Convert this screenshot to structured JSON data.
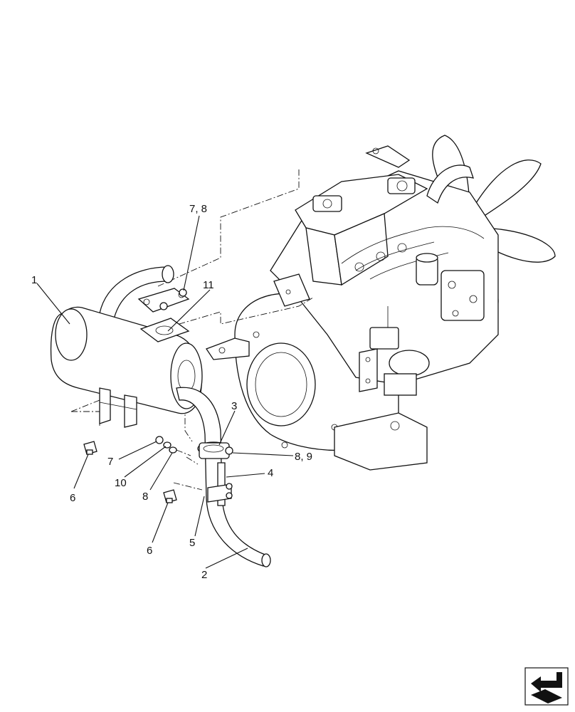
{
  "callouts": [
    {
      "id": "c1",
      "label": "1"
    },
    {
      "id": "c2",
      "label": "2"
    },
    {
      "id": "c3",
      "label": "3"
    },
    {
      "id": "c4",
      "label": "4"
    },
    {
      "id": "c5",
      "label": "5"
    },
    {
      "id": "c6a",
      "label": "6"
    },
    {
      "id": "c6b",
      "label": "6"
    },
    {
      "id": "c7",
      "label": "7"
    },
    {
      "id": "c78",
      "label": "7, 8"
    },
    {
      "id": "c8",
      "label": "8"
    },
    {
      "id": "c89",
      "label": "8, 9"
    },
    {
      "id": "c10",
      "label": "10"
    },
    {
      "id": "c11",
      "label": "11"
    }
  ],
  "icons": {
    "nav": "back-arrow-icon"
  }
}
